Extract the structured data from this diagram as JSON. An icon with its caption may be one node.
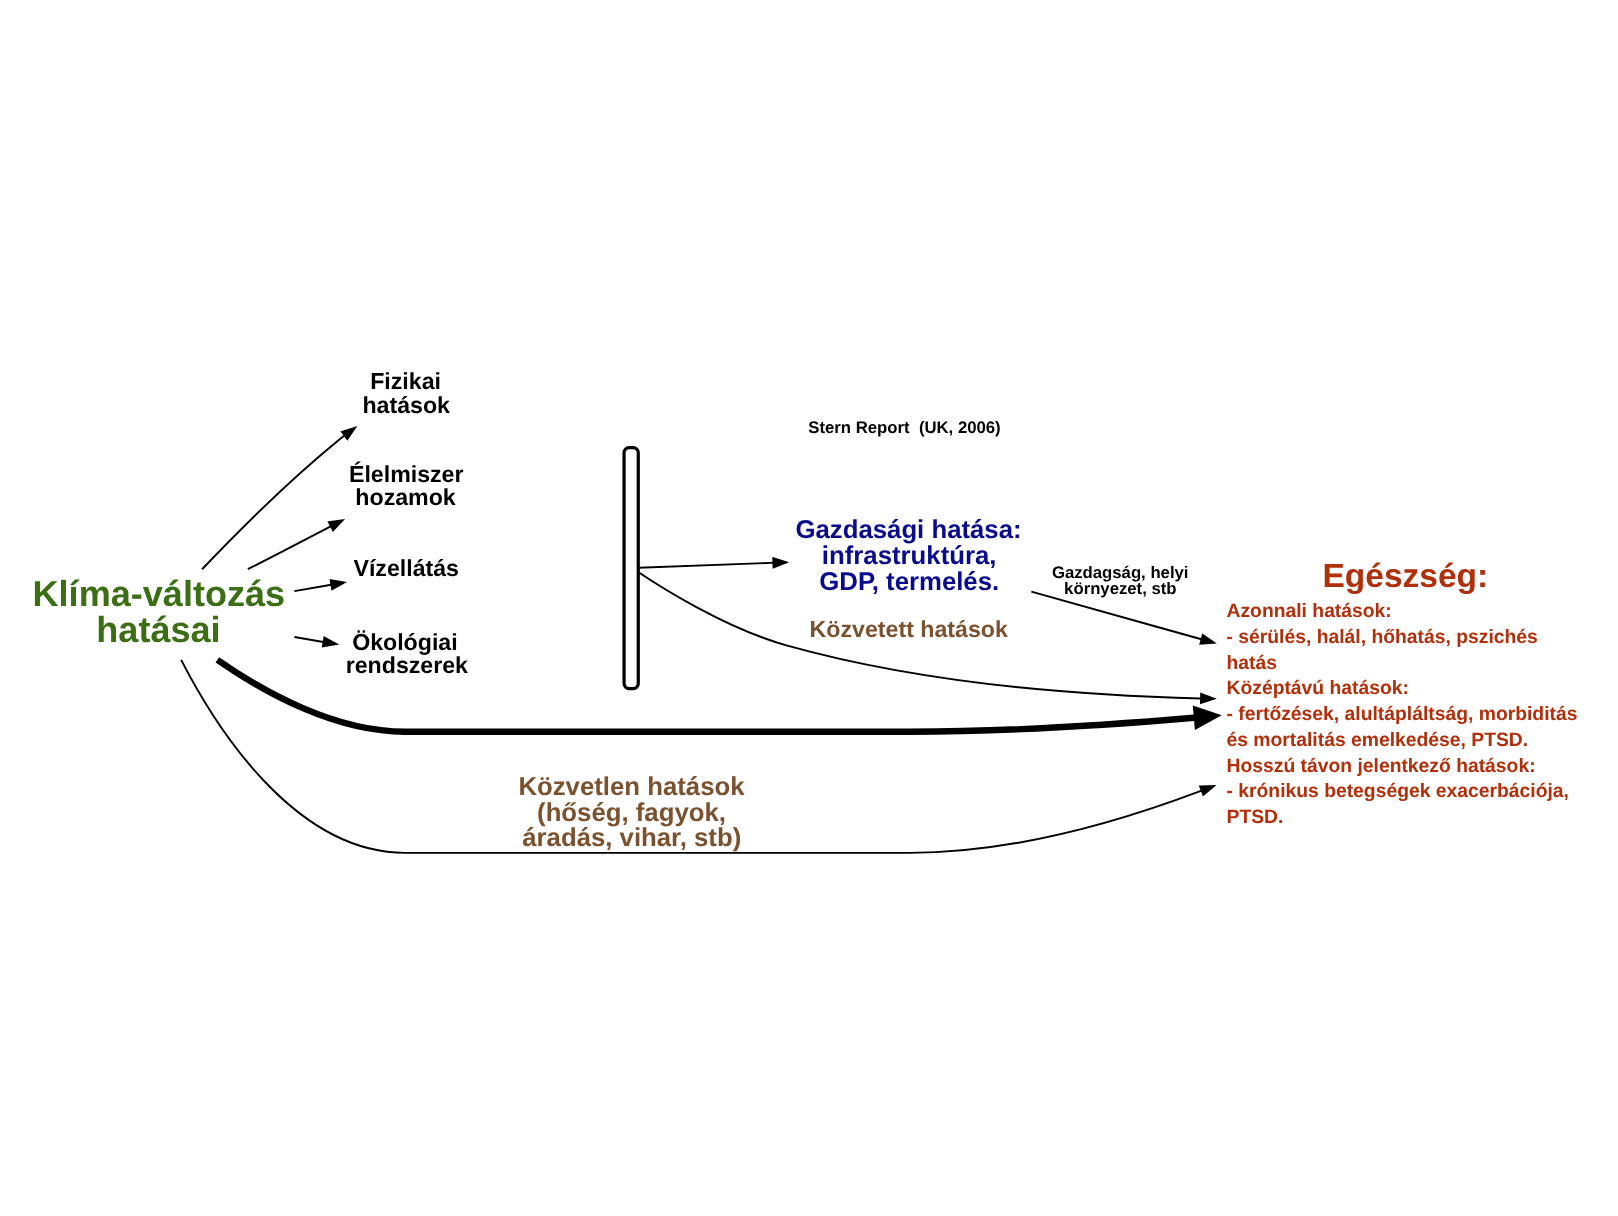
{
  "diagram": {
    "nodes": [
      {
        "text": [
          "Klíma-változás hatásai"
        ]
      },
      {
        "text": [
          "Fizikai hatások"
        ]
      },
      {
        "text": [
          "Élelmiszer hozamok"
        ]
      },
      {
        "text": [
          "Vízellátás"
        ]
      },
      {
        "text": [
          "Ökológiai rendszerek"
        ]
      },
      {
        "text": [
          "Gazdasági hatása: infrastruktúra, GDP, termelés."
        ]
      },
      {
        "text": [
          "Egészség:",
          "Azonnali hatások:",
          "- sérülés, halál, hőhatás, pszichés hatás",
          "Középtávú hatások:",
          "- fertőzések, alultápláltság, morbiditás és mortalitás emelkedése, PTSD.",
          "Hosszú távon jelentkező hatások:",
          "- krónikus betegségek exacerbációja, PTSD."
        ]
      },
      {
        "text": [],
        "shape": "brace"
      }
    ],
    "edges": [
      {
        "from": 0,
        "to": 1,
        "arrow": "to"
      },
      {
        "from": 0,
        "to": 2,
        "arrow": "to"
      },
      {
        "from": 0,
        "to": 3,
        "arrow": "to"
      },
      {
        "from": 0,
        "to": 4,
        "arrow": "to"
      },
      {
        "from": 0,
        "to": 6,
        "arrow": "to",
        "style": "thick"
      },
      {
        "from": 0,
        "to": 6,
        "arrow": "to",
        "label": "Közvetlen hatások (hőség, fagyok, áradás, vihar, stb)"
      },
      {
        "from": 7,
        "to": 5,
        "arrow": "to"
      },
      {
        "from": 7,
        "to": 6,
        "arrow": "to",
        "label": "Közvetett hatások"
      },
      {
        "from": 5,
        "to": 6,
        "arrow": "to",
        "label": "Gazdagság, helyi környezet, stb"
      }
    ],
    "labels": [
      "Stern Report  (UK, 2006)"
    ]
  }
}
